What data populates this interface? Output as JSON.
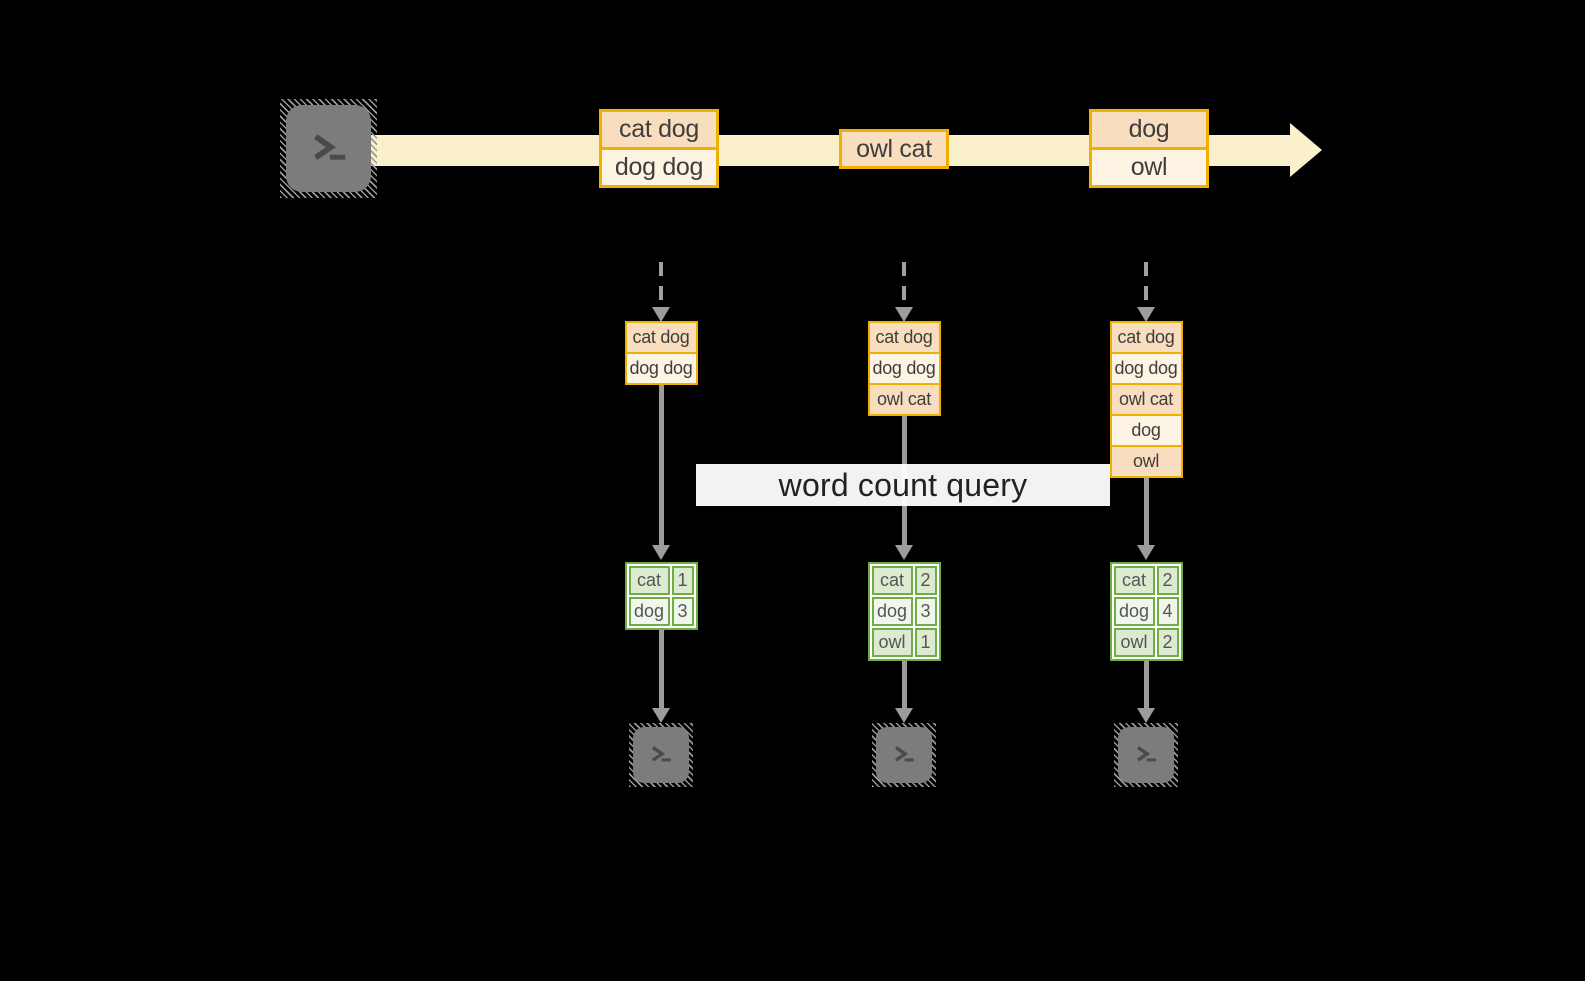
{
  "diagram": {
    "query_label": "word count query",
    "source": {
      "icon": "terminal"
    },
    "stream_batches": [
      {
        "rows": [
          "cat dog",
          "dog dog"
        ]
      },
      {
        "rows": [
          "owl cat"
        ]
      },
      {
        "rows": [
          "dog",
          "owl"
        ]
      }
    ],
    "windows": [
      {
        "rows": [
          "cat dog",
          "dog dog"
        ]
      },
      {
        "rows": [
          "cat dog",
          "dog dog",
          "owl cat"
        ]
      },
      {
        "rows": [
          "cat dog",
          "dog dog",
          "owl cat",
          "dog",
          "owl"
        ]
      }
    ],
    "word_counts": [
      {
        "rows": [
          {
            "word": "cat",
            "count": "1"
          },
          {
            "word": "dog",
            "count": "3"
          }
        ]
      },
      {
        "rows": [
          {
            "word": "cat",
            "count": "2"
          },
          {
            "word": "dog",
            "count": "3"
          },
          {
            "word": "owl",
            "count": "1"
          }
        ]
      },
      {
        "rows": [
          {
            "word": "cat",
            "count": "2"
          },
          {
            "word": "dog",
            "count": "4"
          },
          {
            "word": "owl",
            "count": "2"
          }
        ]
      }
    ],
    "colors": {
      "stream_band": "#faf0cc",
      "box_border": "#f0b000",
      "box_fill_dark": "#f8debf",
      "box_fill_light": "#fdf4e4",
      "table_border": "#70ad47",
      "table_fill_dark": "#dcead0",
      "table_fill_light": "#f1f6ec",
      "arrow": "#9c9c9c"
    }
  }
}
